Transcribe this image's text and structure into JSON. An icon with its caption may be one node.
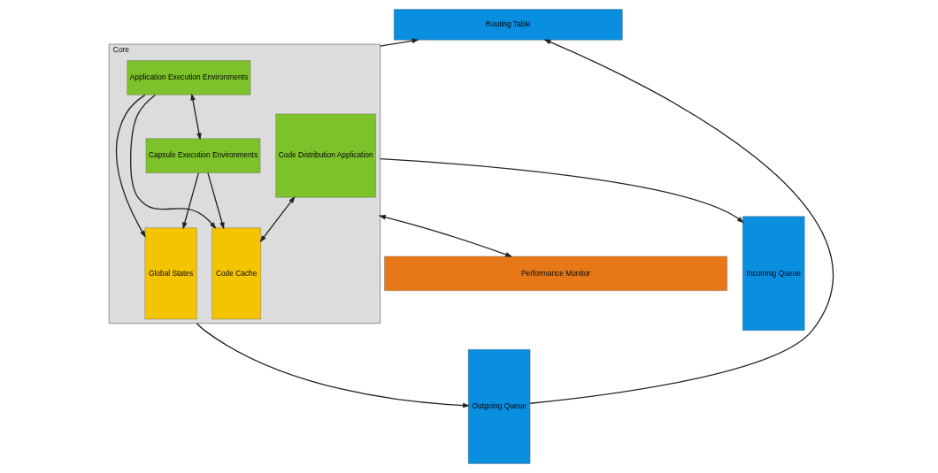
{
  "diagram": {
    "nodes": [
      {
        "text": [
          "Incomnig Queue"
        ]
      },
      {
        "text": [
          "Routing Table"
        ]
      },
      {
        "text": [
          "Outgoing Queue"
        ]
      },
      {
        "text": [
          "Core"
        ]
      },
      {
        "text": [
          "Code Distribution Application"
        ],
        "in": 3
      },
      {
        "text": [
          "Code Cache"
        ],
        "in": 3
      },
      {
        "text": [
          "Application Execution Environments"
        ],
        "in": 3
      },
      {
        "text": [
          "Capsule Execution Environments"
        ],
        "in": 3
      },
      {
        "text": [
          "Global States"
        ],
        "in": 3
      },
      {
        "text": [
          "Performance Monitor"
        ]
      }
    ],
    "edges": [
      {
        "from": 3,
        "to": 1,
        "arrow": "to"
      },
      {
        "from": 2,
        "to": 1,
        "arrow": "to"
      },
      {
        "from": 3,
        "to": 0,
        "arrow": "to"
      },
      {
        "from": 3,
        "to": 2,
        "arrow": "to"
      },
      {
        "from": 4,
        "to": 5,
        "arrow": "both"
      },
      {
        "from": 6,
        "to": 5,
        "arrow": "to"
      },
      {
        "from": 6,
        "to": 8,
        "arrow": "to"
      },
      {
        "from": 6,
        "to": 7,
        "arrow": "both"
      },
      {
        "from": 7,
        "to": 5,
        "arrow": "to"
      },
      {
        "from": 7,
        "to": 8,
        "arrow": "to"
      },
      {
        "from": 3,
        "to": 9,
        "arrow": "both"
      }
    ]
  }
}
